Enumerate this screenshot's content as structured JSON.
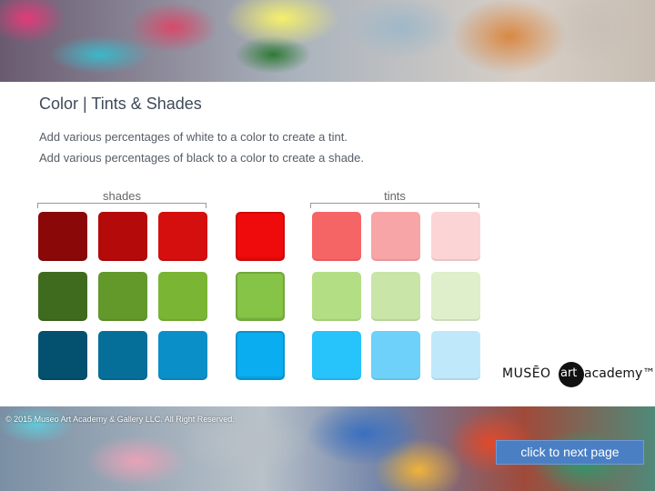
{
  "slide": {
    "title": "Color | Tints & Shades",
    "line1": "Add various percentages of white to a color to create a tint.",
    "line2": "Add various percentages of black to a color to create a shade."
  },
  "groups": {
    "shades_label": "shades",
    "tints_label": "tints"
  },
  "swatches": {
    "rows": [
      {
        "base": "#ef0b0b",
        "shades": [
          "#8b0808",
          "#b40a0a",
          "#d50e0e"
        ],
        "tints": [
          "#f66565",
          "#f8a5a8",
          "#fbd4d6"
        ]
      },
      {
        "base": "#86c447",
        "shades": [
          "#3f6b1f",
          "#62992a",
          "#7ab534"
        ],
        "tints": [
          "#b4de84",
          "#c9e5a8",
          "#dfeecb"
        ]
      },
      {
        "base": "#0aaef0",
        "shades": [
          "#03506f",
          "#056f9a",
          "#0a8fc8"
        ],
        "tints": [
          "#27c3fb",
          "#6dd1f9",
          "#bfe9fb"
        ]
      }
    ]
  },
  "logo": {
    "left": "MUSĒO",
    "mid": "art",
    "right": "academy™"
  },
  "footer": {
    "copyright": "© 2015 Museo Art Academy & Gallery LLC. All Right Reserved.",
    "next_button": "click to next page"
  }
}
